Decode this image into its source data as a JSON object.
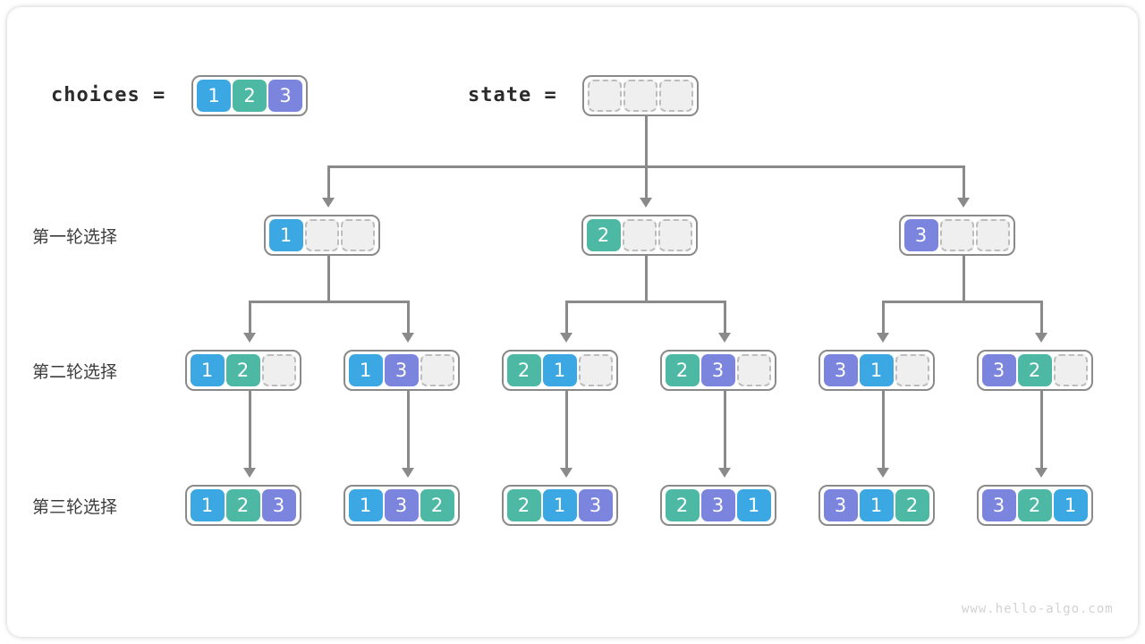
{
  "header": {
    "choices_label": "choices  =",
    "choices_values": [
      "1",
      "2",
      "3"
    ],
    "state_label": "state  =",
    "state_values": [
      "",
      "",
      ""
    ]
  },
  "rows": [
    {
      "label": "第一轮选择",
      "nodes": [
        {
          "cells": [
            "1",
            "",
            ""
          ]
        },
        {
          "cells": [
            "2",
            "",
            ""
          ]
        },
        {
          "cells": [
            "3",
            "",
            ""
          ]
        }
      ]
    },
    {
      "label": "第二轮选择",
      "nodes": [
        {
          "cells": [
            "1",
            "2",
            ""
          ]
        },
        {
          "cells": [
            "1",
            "3",
            ""
          ]
        },
        {
          "cells": [
            "2",
            "1",
            ""
          ]
        },
        {
          "cells": [
            "2",
            "3",
            ""
          ]
        },
        {
          "cells": [
            "3",
            "1",
            ""
          ]
        },
        {
          "cells": [
            "3",
            "2",
            ""
          ]
        }
      ]
    },
    {
      "label": "第三轮选择",
      "nodes": [
        {
          "cells": [
            "1",
            "2",
            "3"
          ]
        },
        {
          "cells": [
            "1",
            "3",
            "2"
          ]
        },
        {
          "cells": [
            "2",
            "1",
            "3"
          ]
        },
        {
          "cells": [
            "2",
            "3",
            "1"
          ]
        },
        {
          "cells": [
            "3",
            "1",
            "2"
          ]
        },
        {
          "cells": [
            "3",
            "2",
            "1"
          ]
        }
      ]
    }
  ],
  "watermark": "www.hello-algo.com",
  "colors": {
    "value_1": "#3ba7e3",
    "value_2": "#4db9a4",
    "value_3": "#7b85dd",
    "connector": "#8a8a8a",
    "empty_cell": "#efefef",
    "empty_border": "#bdbdbd"
  }
}
